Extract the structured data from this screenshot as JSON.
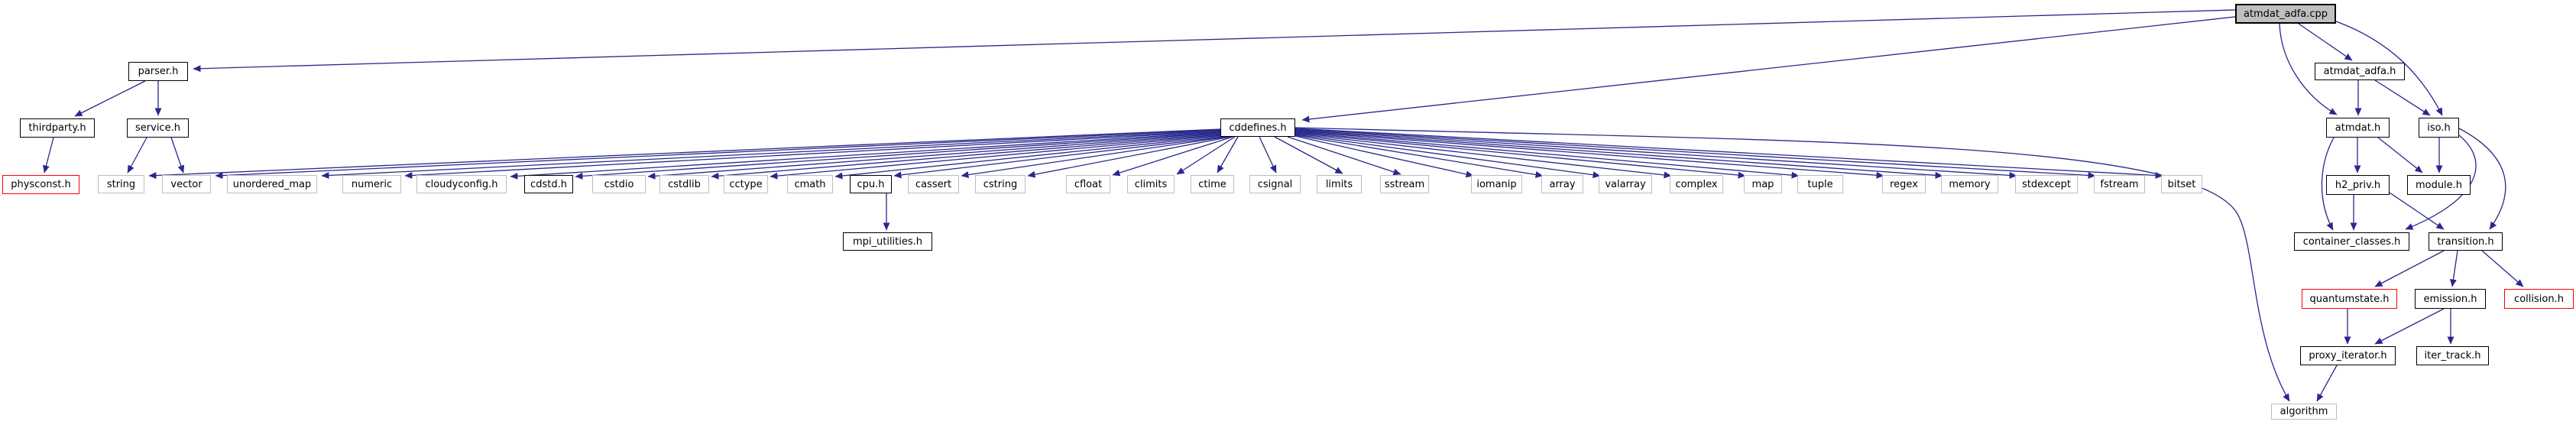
{
  "diagram_type": "include-dependency-graph",
  "root_file": "atmdat_adfa.cpp",
  "colors": {
    "edge": "#28288c",
    "documented_border": "#000000",
    "external_border": "#bdbdbd",
    "truncated_border": "#ff0000",
    "root_fill": "#bfbfbf"
  },
  "nodes": {
    "atmdat_adfa_cpp": "atmdat_adfa.cpp",
    "parser_h": "parser.h",
    "thirdparty_h": "thirdparty.h",
    "service_h": "service.h",
    "physconst_h": "physconst.h",
    "cddefines_h": "cddefines.h",
    "string": "string",
    "vector": "vector",
    "unordered_map": "unordered_map",
    "numeric": "numeric",
    "cloudyconfig_h": "cloudyconfig.h",
    "cdstd_h": "cdstd.h",
    "cstdio": "cstdio",
    "cstdlib": "cstdlib",
    "cctype": "cctype",
    "cmath": "cmath",
    "cpu_h": "cpu.h",
    "cassert": "cassert",
    "cstring": "cstring",
    "cfloat": "cfloat",
    "climits": "climits",
    "ctime": "ctime",
    "csignal": "csignal",
    "limits": "limits",
    "sstream": "sstream",
    "iomanip": "iomanip",
    "array": "array",
    "valarray": "valarray",
    "complex": "complex",
    "map": "map",
    "tuple": "tuple",
    "regex": "regex",
    "memory": "memory",
    "stdexcept": "stdexcept",
    "fstream": "fstream",
    "bitset": "bitset",
    "mpi_utilities_h": "mpi_utilities.h",
    "atmdat_adfa_h": "atmdat_adfa.h",
    "atmdat_h": "atmdat.h",
    "iso_h": "iso.h",
    "h2_priv_h": "h2_priv.h",
    "module_h": "module.h",
    "container_classes_h": "container_classes.h",
    "transition_h": "transition.h",
    "quantumstate_h": "quantumstate.h",
    "emission_h": "emission.h",
    "collision_h": "collision.h",
    "proxy_iterator_h": "proxy_iterator.h",
    "iter_track_h": "iter_track.h",
    "algorithm": "algorithm"
  },
  "edges": [
    {
      "from": "atmdat_adfa_cpp",
      "to": "parser_h"
    },
    {
      "from": "atmdat_adfa_cpp",
      "to": "cddefines_h"
    },
    {
      "from": "atmdat_adfa_cpp",
      "to": "atmdat_adfa_h"
    },
    {
      "from": "atmdat_adfa_cpp",
      "to": "atmdat_h"
    },
    {
      "from": "atmdat_adfa_cpp",
      "to": "iso_h"
    },
    {
      "from": "atmdat_adfa_h",
      "to": "atmdat_h"
    },
    {
      "from": "atmdat_adfa_h",
      "to": "iso_h"
    },
    {
      "from": "atmdat_h",
      "to": "h2_priv_h"
    },
    {
      "from": "atmdat_h",
      "to": "module_h"
    },
    {
      "from": "atmdat_h",
      "to": "container_classes_h"
    },
    {
      "from": "iso_h",
      "to": "module_h"
    },
    {
      "from": "iso_h",
      "to": "container_classes_h"
    },
    {
      "from": "iso_h",
      "to": "transition_h"
    },
    {
      "from": "h2_priv_h",
      "to": "container_classes_h"
    },
    {
      "from": "h2_priv_h",
      "to": "transition_h"
    },
    {
      "from": "transition_h",
      "to": "quantumstate_h"
    },
    {
      "from": "transition_h",
      "to": "emission_h"
    },
    {
      "from": "transition_h",
      "to": "collision_h"
    },
    {
      "from": "quantumstate_h",
      "to": "proxy_iterator_h"
    },
    {
      "from": "emission_h",
      "to": "proxy_iterator_h"
    },
    {
      "from": "emission_h",
      "to": "iter_track_h"
    },
    {
      "from": "proxy_iterator_h",
      "to": "algorithm"
    },
    {
      "from": "cddefines_h",
      "to": "algorithm"
    },
    {
      "from": "cpu_h",
      "to": "mpi_utilities_h"
    },
    {
      "from": "parser_h",
      "to": "thirdparty_h"
    },
    {
      "from": "parser_h",
      "to": "service_h"
    },
    {
      "from": "thirdparty_h",
      "to": "physconst_h"
    },
    {
      "from": "service_h",
      "to": "string"
    },
    {
      "from": "service_h",
      "to": "vector"
    },
    {
      "from": "cddefines_h",
      "to": "string"
    },
    {
      "from": "cddefines_h",
      "to": "vector"
    },
    {
      "from": "cddefines_h",
      "to": "unordered_map"
    },
    {
      "from": "cddefines_h",
      "to": "numeric"
    },
    {
      "from": "cddefines_h",
      "to": "cloudyconfig_h"
    },
    {
      "from": "cddefines_h",
      "to": "cdstd_h"
    },
    {
      "from": "cddefines_h",
      "to": "cstdio"
    },
    {
      "from": "cddefines_h",
      "to": "cstdlib"
    },
    {
      "from": "cddefines_h",
      "to": "cctype"
    },
    {
      "from": "cddefines_h",
      "to": "cmath"
    },
    {
      "from": "cddefines_h",
      "to": "cpu_h"
    },
    {
      "from": "cddefines_h",
      "to": "cassert"
    },
    {
      "from": "cddefines_h",
      "to": "cstring"
    },
    {
      "from": "cddefines_h",
      "to": "cfloat"
    },
    {
      "from": "cddefines_h",
      "to": "climits"
    },
    {
      "from": "cddefines_h",
      "to": "ctime"
    },
    {
      "from": "cddefines_h",
      "to": "csignal"
    },
    {
      "from": "cddefines_h",
      "to": "limits"
    },
    {
      "from": "cddefines_h",
      "to": "sstream"
    },
    {
      "from": "cddefines_h",
      "to": "iomanip"
    },
    {
      "from": "cddefines_h",
      "to": "array"
    },
    {
      "from": "cddefines_h",
      "to": "valarray"
    },
    {
      "from": "cddefines_h",
      "to": "complex"
    },
    {
      "from": "cddefines_h",
      "to": "map"
    },
    {
      "from": "cddefines_h",
      "to": "tuple"
    },
    {
      "from": "cddefines_h",
      "to": "regex"
    },
    {
      "from": "cddefines_h",
      "to": "memory"
    },
    {
      "from": "cddefines_h",
      "to": "stdexcept"
    },
    {
      "from": "cddefines_h",
      "to": "fstream"
    },
    {
      "from": "cddefines_h",
      "to": "bitset"
    }
  ]
}
